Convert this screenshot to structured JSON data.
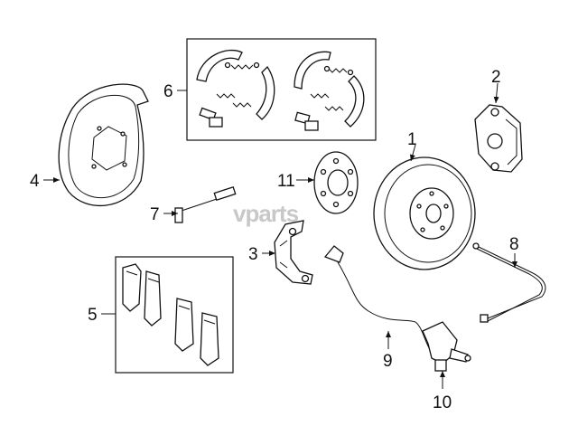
{
  "watermark": "vparts",
  "callouts": [
    {
      "id": "c1",
      "label": "1"
    },
    {
      "id": "c2",
      "label": "2"
    },
    {
      "id": "c3",
      "label": "3"
    },
    {
      "id": "c4",
      "label": "4"
    },
    {
      "id": "c5",
      "label": "5"
    },
    {
      "id": "c6",
      "label": "6"
    },
    {
      "id": "c7",
      "label": "7"
    },
    {
      "id": "c8",
      "label": "8"
    },
    {
      "id": "c9",
      "label": "9"
    },
    {
      "id": "c10",
      "label": "10"
    },
    {
      "id": "c11",
      "label": "11"
    }
  ]
}
